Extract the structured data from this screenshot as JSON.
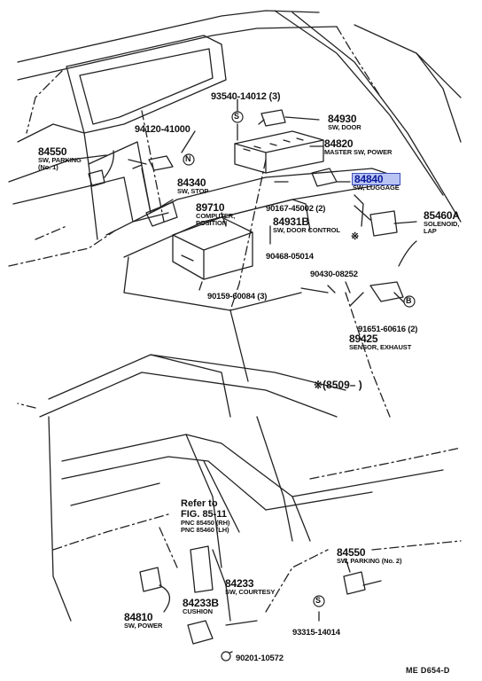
{
  "diagram_code": "ME  D654-D",
  "note_range": "※(8509–        )",
  "refer": {
    "line1": "Refer to",
    "line2": "FIG. 85-11",
    "line3": "PNC 85450 (RH)",
    "line4": "PNC 85460 (LH)"
  },
  "parts": [
    {
      "id": "p93540",
      "number": "93540-14012 (3)",
      "desc": ""
    },
    {
      "id": "p84930",
      "number": "84930",
      "desc": "SW, DOOR"
    },
    {
      "id": "p94120",
      "number": "94120-41000",
      "desc": ""
    },
    {
      "id": "p84550a",
      "number": "84550",
      "desc": "SW, PARKING\n(No. 1)"
    },
    {
      "id": "p84820",
      "number": "84820",
      "desc": "MASTER SW, POWER"
    },
    {
      "id": "p84340",
      "number": "84340",
      "desc": "SW, STOP"
    },
    {
      "id": "p84840",
      "number": "84840",
      "desc": "SW, LUGGAGE",
      "highlight": true
    },
    {
      "id": "p89710",
      "number": "89710",
      "desc": "COMPUTER,\nPOSITION"
    },
    {
      "id": "p90167",
      "number": "90167-45002 (2)",
      "desc": ""
    },
    {
      "id": "p84931b",
      "number": "84931B",
      "desc": "SW, DOOR CONTROL"
    },
    {
      "id": "p85460a",
      "number": "85460A",
      "desc": "SOLENOID,\nLAP"
    },
    {
      "id": "p90468",
      "number": "90468-05014",
      "desc": ""
    },
    {
      "id": "p90430",
      "number": "90430-08252",
      "desc": ""
    },
    {
      "id": "p90159",
      "number": "90159-60084 (3)",
      "desc": ""
    },
    {
      "id": "p91651",
      "number": "91651-60616 (2)",
      "desc": ""
    },
    {
      "id": "p89425",
      "number": "89425",
      "desc": "SENSOR, EXHAUST"
    },
    {
      "id": "p84550b",
      "number": "84550",
      "desc": "SW, PARKING (No. 2)"
    },
    {
      "id": "p84233",
      "number": "84233",
      "desc": "SW, COURTESY"
    },
    {
      "id": "p84233b",
      "number": "84233B",
      "desc": "CUSHION"
    },
    {
      "id": "p84810",
      "number": "84810",
      "desc": "SW, POWER"
    },
    {
      "id": "p93315",
      "number": "93315-14014",
      "desc": ""
    },
    {
      "id": "p90201",
      "number": "90201-10572",
      "desc": ""
    }
  ],
  "symbols": {
    "s_mark": "S",
    "n_mark": "N",
    "b_mark": "B",
    "asterisk": "※"
  }
}
